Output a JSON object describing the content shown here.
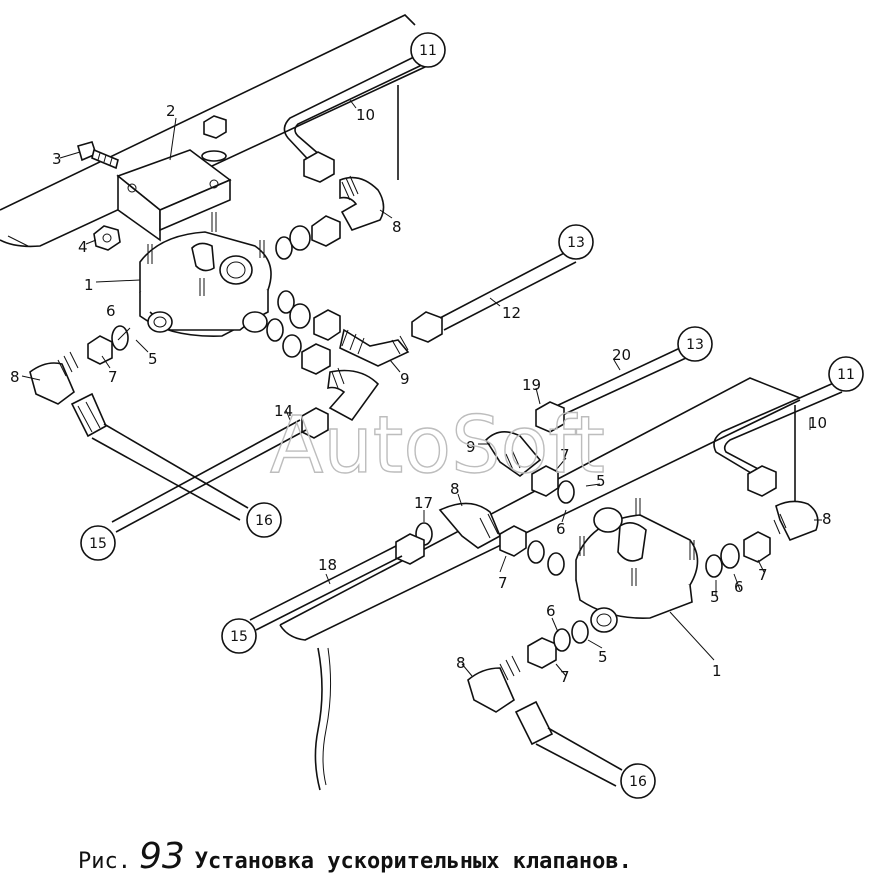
{
  "watermark": "AutoSoft",
  "caption": {
    "prefix": "Рис.",
    "number": "93",
    "title": "Установка ускорительных клапанов."
  },
  "callouts": {
    "c1a": "1",
    "c2": "2",
    "c3": "3",
    "c4": "4",
    "c5a": "5",
    "c6a": "6",
    "c7a": "7",
    "c8a": "8",
    "c8b": "8",
    "c9a": "9",
    "c10a": "10",
    "c12": "12",
    "c14": "14",
    "c20": "20",
    "c19": "19",
    "c9b": "9",
    "c7b": "7",
    "c5b": "5",
    "c6b": "6",
    "c8c": "8",
    "c17": "17",
    "c7c": "7",
    "c18": "18",
    "c10b": "10",
    "c8d": "8",
    "c5c": "5",
    "c6c": "6",
    "c7d": "7",
    "c6d": "6",
    "c5d": "5",
    "c1b": "1",
    "c8e": "8",
    "c7e": "7"
  },
  "circles": {
    "k11a": "11",
    "k13a": "13",
    "k15a": "15",
    "k16a": "16",
    "k13b": "13",
    "k11b": "11",
    "k15b": "15",
    "k16b": "16"
  }
}
